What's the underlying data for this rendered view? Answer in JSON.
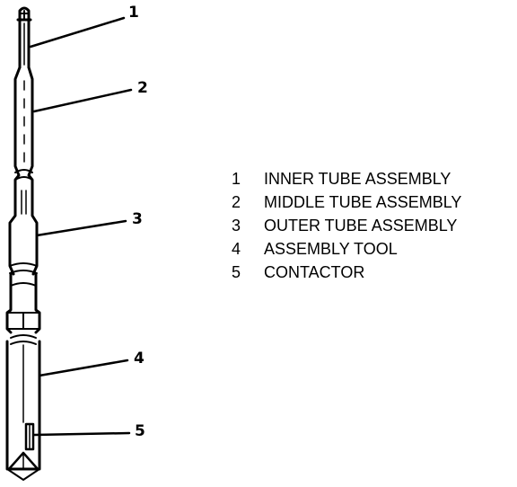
{
  "callouts": [
    "1",
    "2",
    "3",
    "4",
    "5"
  ],
  "legend": [
    {
      "number": "1",
      "label": "INNER TUBE ASSEMBLY"
    },
    {
      "number": "2",
      "label": "MIDDLE TUBE ASSEMBLY"
    },
    {
      "number": "3",
      "label": "OUTER TUBE ASSEMBLY"
    },
    {
      "number": "4",
      "label": "ASSEMBLY TOOL"
    },
    {
      "number": "5",
      "label": "CONTACTOR"
    }
  ]
}
